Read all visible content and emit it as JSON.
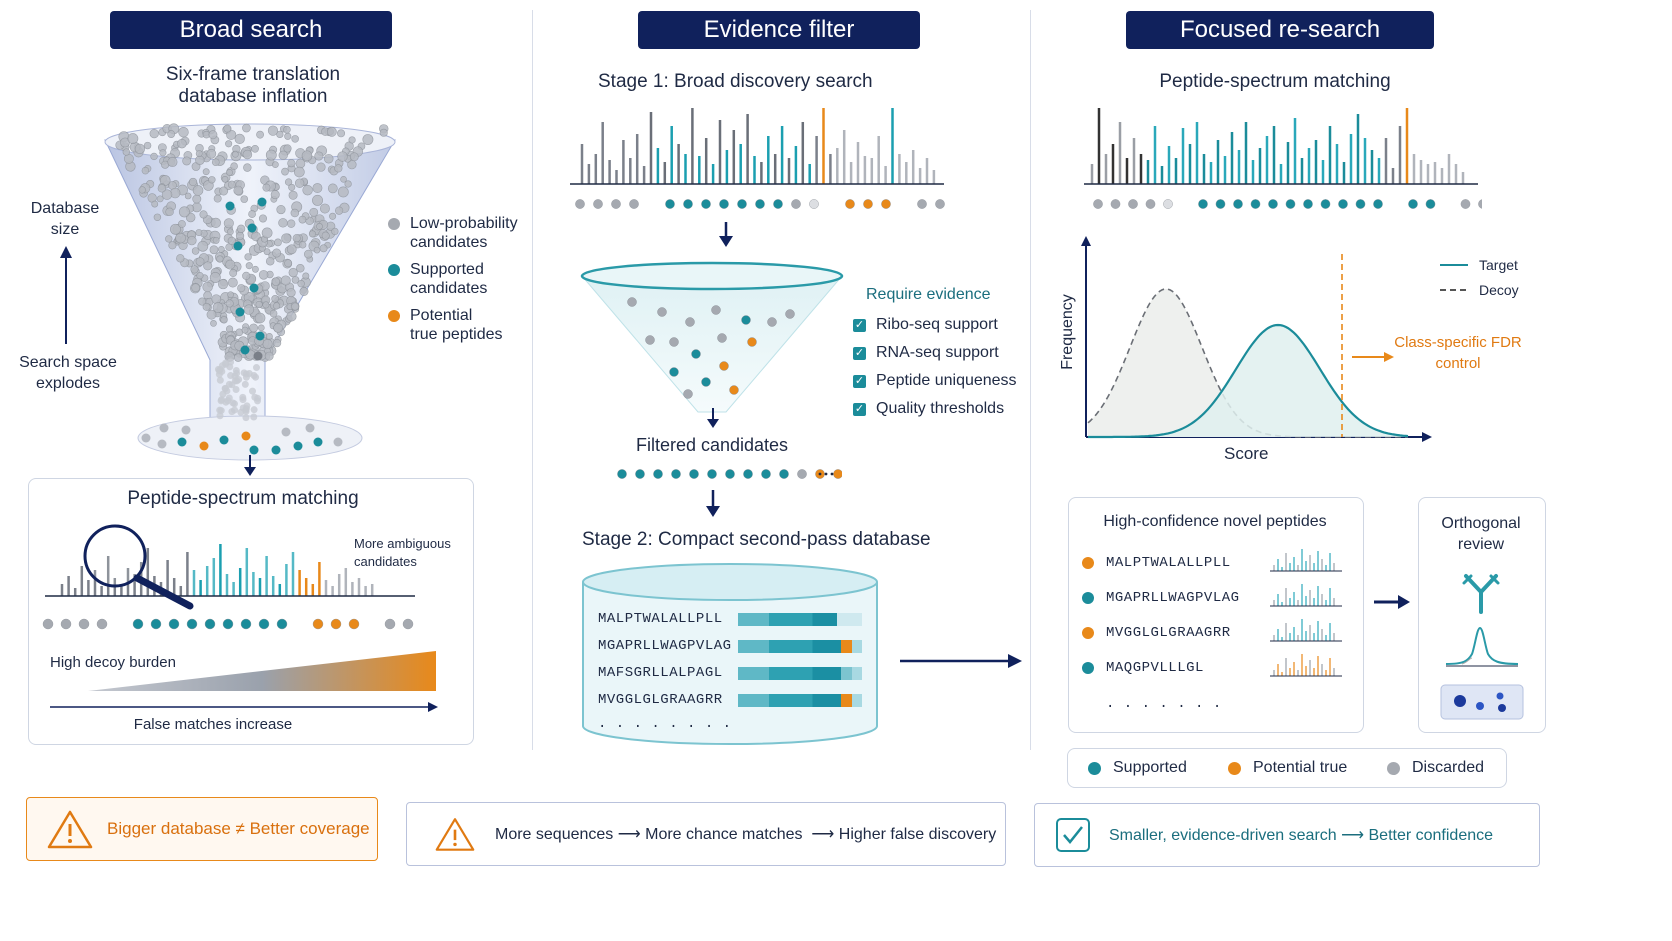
{
  "colors": {
    "navy": "#10215c",
    "teal": "#1b8c9a",
    "orange": "#e8891a",
    "gray": "#a5a9b0"
  },
  "panels": {
    "broad": {
      "header": "Broad search",
      "subtitle_line1": "Six-frame translation",
      "subtitle_line2": "database inflation",
      "axis_top_line1": "Database",
      "axis_top_line2": "size",
      "axis_bottom_line1": "Search space",
      "axis_bottom_line2": "explodes",
      "legend": [
        {
          "label_line1": "Low-probability",
          "label_line2": "candidates",
          "color": "#a5a9b0"
        },
        {
          "label_line1": "Supported",
          "label_line2": "candidates",
          "color": "#1b8c9a"
        },
        {
          "label_line1": "Potential",
          "label_line2": "true peptides",
          "color": "#e8891a"
        }
      ],
      "psm_title": "Peptide-spectrum matching",
      "ambiguous_line1": "More ambiguous",
      "ambiguous_line2": "candidates",
      "decoy_label": "High decoy burden",
      "false_matches": "False matches increase"
    },
    "evidence": {
      "header": "Evidence filter",
      "stage1": "Stage 1: Broad discovery search",
      "require_title": "Require evidence",
      "checks": [
        "Ribo-seq support",
        "RNA-seq support",
        "Peptide uniqueness",
        "Quality thresholds"
      ],
      "filtered": "Filtered candidates",
      "stage2": "Stage 2: Compact second-pass database",
      "sequences": [
        "MALPTWALALLPLL",
        "MGAPRLLWAGPVLAG",
        "MAFSGRLLALPAGL",
        "MVGGLGLGRAAGRR"
      ],
      "ellipsis": ". . . . . . . ."
    },
    "focused": {
      "header": "Focused re-search",
      "psm_title": "Peptide-spectrum matching",
      "ylabel": "Frequency",
      "xlabel": "Score",
      "legend_target": "Target",
      "legend_decoy": "Decoy",
      "fdr_line1": "Class-specific FDR",
      "fdr_line2": "control",
      "hc_title": "High-confidence novel peptides",
      "hc_peptides": [
        {
          "seq": "MALPTWALALLPLL",
          "color": "#e8891a"
        },
        {
          "seq": "MGAPRLLWAGPVLAG",
          "color": "#1b8c9a"
        },
        {
          "seq": "MVGGLGLGRAAGRR",
          "color": "#e8891a"
        },
        {
          "seq": "MAQGPVLLLGL",
          "color": "#1b8c9a"
        }
      ],
      "hc_ellipsis": ". . . . . . .",
      "ortho_line1": "Orthogonal",
      "ortho_line2": "review",
      "key": [
        "Supported",
        "Potential true",
        "Discarded"
      ]
    }
  },
  "banners": {
    "left": "Bigger database ≠ Better coverage",
    "middle": "More sequences ⟶ More chance matches  ⟶ Higher false discovery",
    "right": "Smaller, evidence-driven search ⟶ Better confidence"
  }
}
